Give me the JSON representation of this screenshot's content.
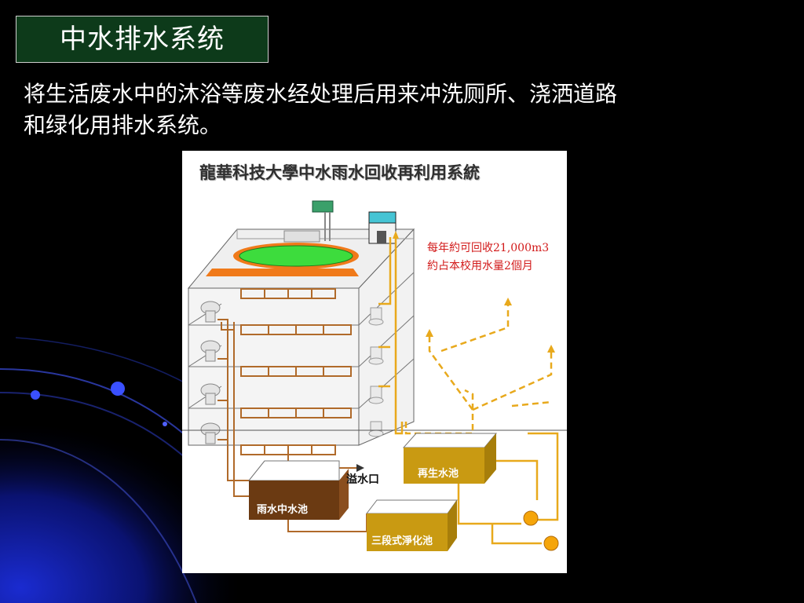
{
  "slide": {
    "title": "中水排水系统",
    "description_line1": "将生活废水中的沐浴等废水经处理后用来冲洗厕所、浇洒道路",
    "description_line2": "和绿化用排水系统。"
  },
  "diagram": {
    "title": "龍華科技大學中水雨水回收再利用系統",
    "note_line1": "每年約可回收21,000m3",
    "note_line2": "約占本校用水量2個月",
    "tanks": {
      "rain": "雨水中水池",
      "reclaimed": "再生水池",
      "purify": "三段式淨化池"
    },
    "outlet": "溢水口"
  },
  "colors": {
    "background": "#000000",
    "title_box_fill": "#0d3a1a",
    "pipe_brown": "#b06a2a",
    "pipe_yellow": "#e8a91c",
    "note_red": "#d21a1a",
    "rain_tank": "#6b3a12",
    "reclaimed_tank": "#c99a12",
    "roof_garden": "#3ddc3d"
  }
}
